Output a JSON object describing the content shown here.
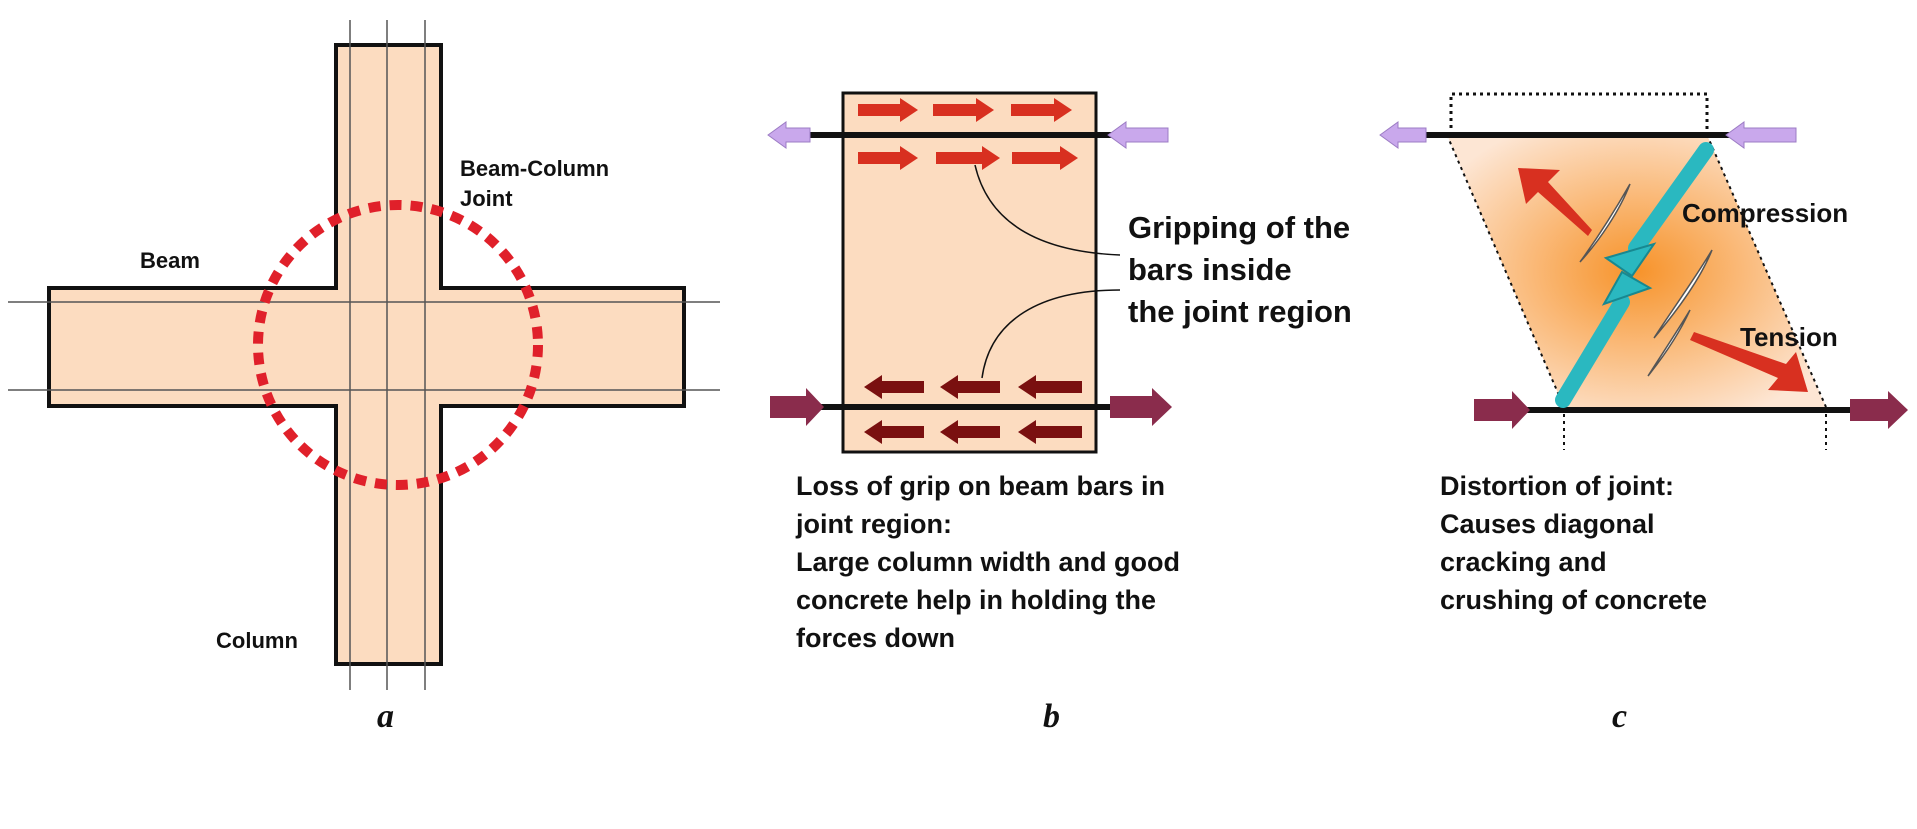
{
  "colors": {
    "concrete_fill": "#fcdcc0",
    "joint_circle": "#e0202a",
    "outline": "#111111",
    "red_arrow": "#d83020",
    "dark_arrow": "#7a1010",
    "bar_end_light": "#c9a8ec",
    "bar_end_dark": "#8a2c4c",
    "strut": "#2ab8c0",
    "strut_gradient_core": "#f7932a"
  },
  "panel_a": {
    "beam_label": "Beam",
    "joint_label_line1": "Beam-Column",
    "joint_label_line2": "Joint",
    "column_label": "Column",
    "caption": "a"
  },
  "panel_b": {
    "callout_line1": "Gripping of the",
    "callout_line2": "bars inside",
    "callout_line3": "the joint region",
    "desc_line1": "Loss of grip on beam bars in",
    "desc_line2": "joint region:",
    "desc_line3": "Large column width and good",
    "desc_line4": "concrete help in holding the",
    "desc_line5": "forces down",
    "caption": "b"
  },
  "panel_c": {
    "compression_label": "Compression",
    "tension_label": "Tension",
    "desc_line1": "Distortion of joint:",
    "desc_line2": "Causes diagonal",
    "desc_line3": "cracking and",
    "desc_line4": "crushing of concrete",
    "caption": "c"
  }
}
